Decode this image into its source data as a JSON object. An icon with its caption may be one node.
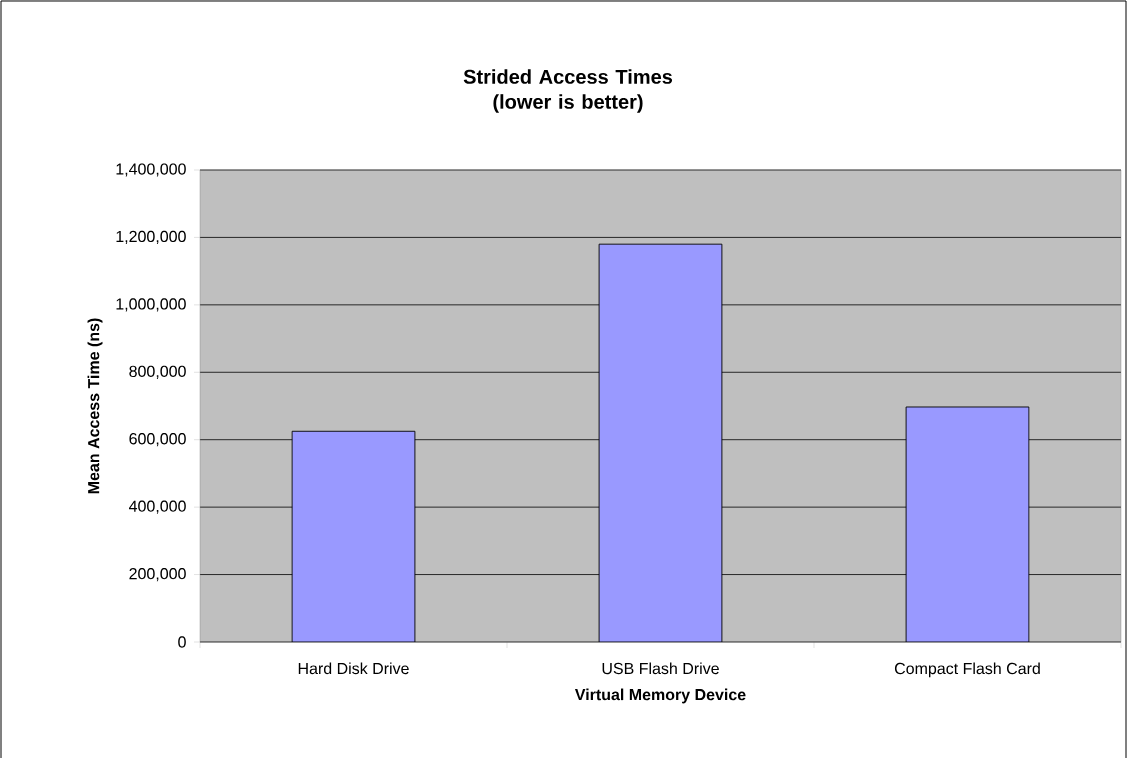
{
  "diagram": {
    "chart_data": {
      "type": "bar",
      "title": "Strided Access Times (lower is better)",
      "xlabel": "Virtual Memory Device",
      "ylabel": "Mean Access Time (ns)",
      "categories": [
        "Hard Disk Drive",
        "USB Flash Drive",
        "Compact Flash Card"
      ],
      "series": [
        {
          "color": "#9999ff",
          "values": [
            625000,
            1180000,
            697000
          ]
        }
      ],
      "ylim": [
        0,
        1400000
      ],
      "grid": "y",
      "yticks": [
        {
          "value": 0,
          "label": "0"
        },
        {
          "value": 200000,
          "label": "200,000"
        },
        {
          "value": 400000,
          "label": "400,000"
        },
        {
          "value": 600000,
          "label": "600,000"
        },
        {
          "value": 800000,
          "label": "800,000"
        },
        {
          "value": 1000000,
          "label": "1,000,000"
        },
        {
          "value": 1200000,
          "label": "1,200,000"
        },
        {
          "value": 1400000,
          "label": "1,400,000"
        }
      ]
    }
  }
}
